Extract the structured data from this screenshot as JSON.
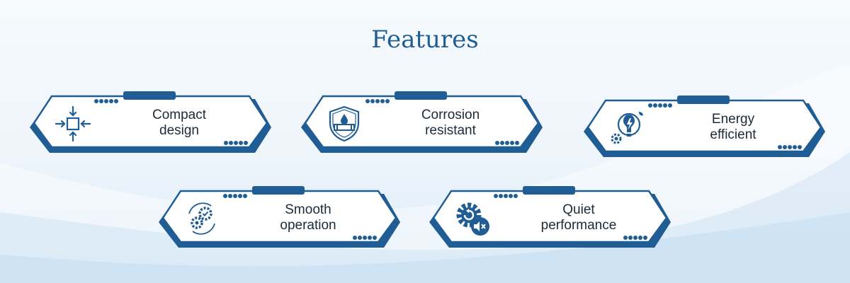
{
  "title": "Features",
  "colors": {
    "primary": "#1f5d94",
    "dark": "#15497a",
    "text": "#1c2b39",
    "background": "#eef5fb"
  },
  "features": [
    {
      "line1": "Compact",
      "line2": "design",
      "icon": "compress-arrows-icon"
    },
    {
      "line1": "Corrosion",
      "line2": "resistant",
      "icon": "shield-water-pipe-icon"
    },
    {
      "line1": "Energy",
      "line2": "efficient",
      "icon": "lightbulb-leaf-gear-icon"
    },
    {
      "line1": "Smooth",
      "line2": "operation",
      "icon": "gears-cycle-icon"
    },
    {
      "line1": "Quiet",
      "line2": "performance",
      "icon": "gear-muted-speaker-icon"
    }
  ]
}
